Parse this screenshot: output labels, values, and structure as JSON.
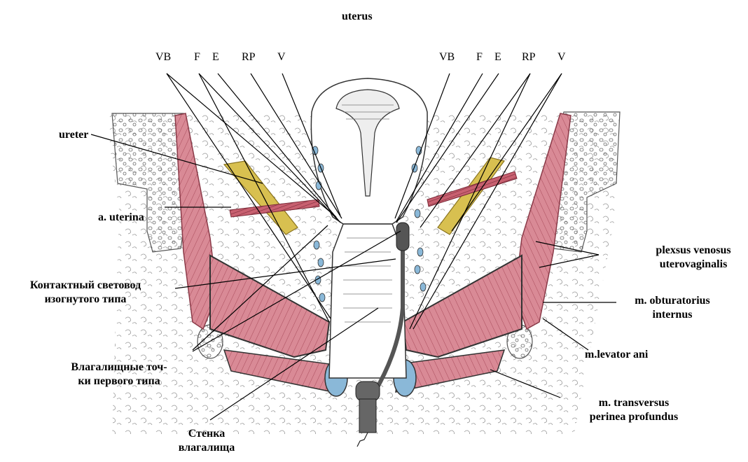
{
  "title": "uterus",
  "top_labels_left": [
    "VB",
    "F",
    "E",
    "RP",
    "V"
  ],
  "top_labels_right": [
    "VB",
    "F",
    "E",
    "RP",
    "V"
  ],
  "labels": {
    "ureter": "ureter",
    "a_uterina": "a. uterina",
    "light_guide_line1": "Контактный световод",
    "light_guide_line2": "изогнутого типа",
    "vaginal_points_line1": "Влагалищные точ-",
    "vaginal_points_line2": "ки первого типа",
    "vagina_wall_line1": "Стенка",
    "vagina_wall_line2": "влагалища",
    "plexus_line1": "plexsus venosus",
    "plexus_line2": "uterovaginalis",
    "obturatorius_line1": "m. obturatorius",
    "obturatorius_line2": "internus",
    "levator_ani": "m.levator ani",
    "transversus_line1": "m. transversus",
    "transversus_line2": "perinea profundus"
  },
  "colors": {
    "muscle": "#d98a96",
    "muscle_stroke": "#8a3a48",
    "ureter": "#d8c050",
    "artery": "#c86070",
    "vein": "#8ab8d8",
    "bone_stroke": "#555555",
    "line": "#000000",
    "instrument": "#555555"
  }
}
